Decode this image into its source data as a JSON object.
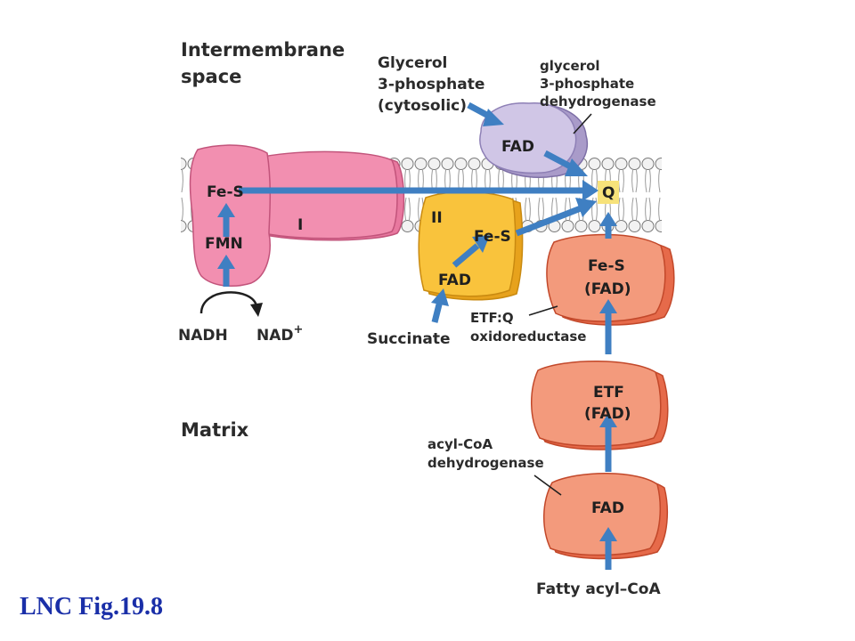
{
  "regions": {
    "intermembrane_line1": "Intermembrane",
    "intermembrane_line2": "space",
    "matrix": "Matrix"
  },
  "glycerol_substrate": {
    "line1": "Glycerol",
    "line2": "3-phosphate",
    "line3": "(cytosolic)"
  },
  "glycerol_enzyme": {
    "line1": "glycerol",
    "line2": "3-phosphate",
    "line3": "dehydrogenase",
    "cofactor": "FAD"
  },
  "complex_I": {
    "label": "I",
    "fes": "Fe-S",
    "fmn": "FMN",
    "substrate": "NADH",
    "product": "NAD",
    "product_sup": "+"
  },
  "complex_II": {
    "label": "II",
    "fes": "Fe-S",
    "fad": "FAD",
    "substrate": "Succinate"
  },
  "quinone": {
    "label": "Q",
    "color": "#f7e27a"
  },
  "etf_q_oxidoreductase": {
    "line1": "Fe-S",
    "line2": "(FAD)",
    "name_line1": "ETF:Q",
    "name_line2": "oxidoreductase"
  },
  "etf": {
    "line1": "ETF",
    "line2": "(FAD)"
  },
  "acyl_coa_dehydrogenase": {
    "name_line1": "acyl-CoA",
    "name_line2": "dehydrogenase",
    "cofactor": "FAD",
    "substrate": "Fatty acyl–CoA"
  },
  "caption": "LNC Fig.19.8",
  "colors": {
    "arrow": "#3f7fc2",
    "complex_I": "#f28fb0",
    "complex_II": "#f9c33c",
    "glycerol_enzyme": "#c9bde0",
    "etf_proteins": "#f39a7c",
    "membrane_head": "#ececec",
    "caption": "#1a2fa8"
  }
}
